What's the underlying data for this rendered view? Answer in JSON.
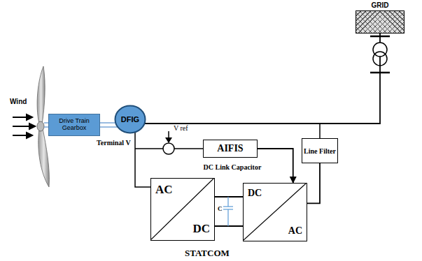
{
  "diagram": {
    "nodes": [
      {
        "text": [
          "Drive Train Gearbox"
        ]
      },
      {
        "text": [
          "DFIG"
        ]
      },
      {
        "text": [
          "GRID"
        ]
      },
      {
        "text": [
          "AIFIS"
        ]
      },
      {
        "text": [
          "AC",
          "DC"
        ]
      },
      {
        "text": [
          "DC",
          "AC"
        ]
      },
      {
        "text": [
          "Line Filter"
        ]
      }
    ],
    "edges": [
      {
        "from": 0,
        "to": 1,
        "arrow": "none"
      },
      {
        "from": 1,
        "to": 2,
        "arrow": "none"
      },
      {
        "from": 3,
        "to": 5,
        "arrow": "to"
      },
      {
        "from": 4,
        "to": 5,
        "arrow": "none"
      },
      {
        "from": 5,
        "to": 6,
        "arrow": "none"
      }
    ],
    "labels": [
      "Wind",
      "Terminal V",
      "V ref",
      "DC Link Capacitor",
      "C",
      "STATCOM"
    ]
  }
}
